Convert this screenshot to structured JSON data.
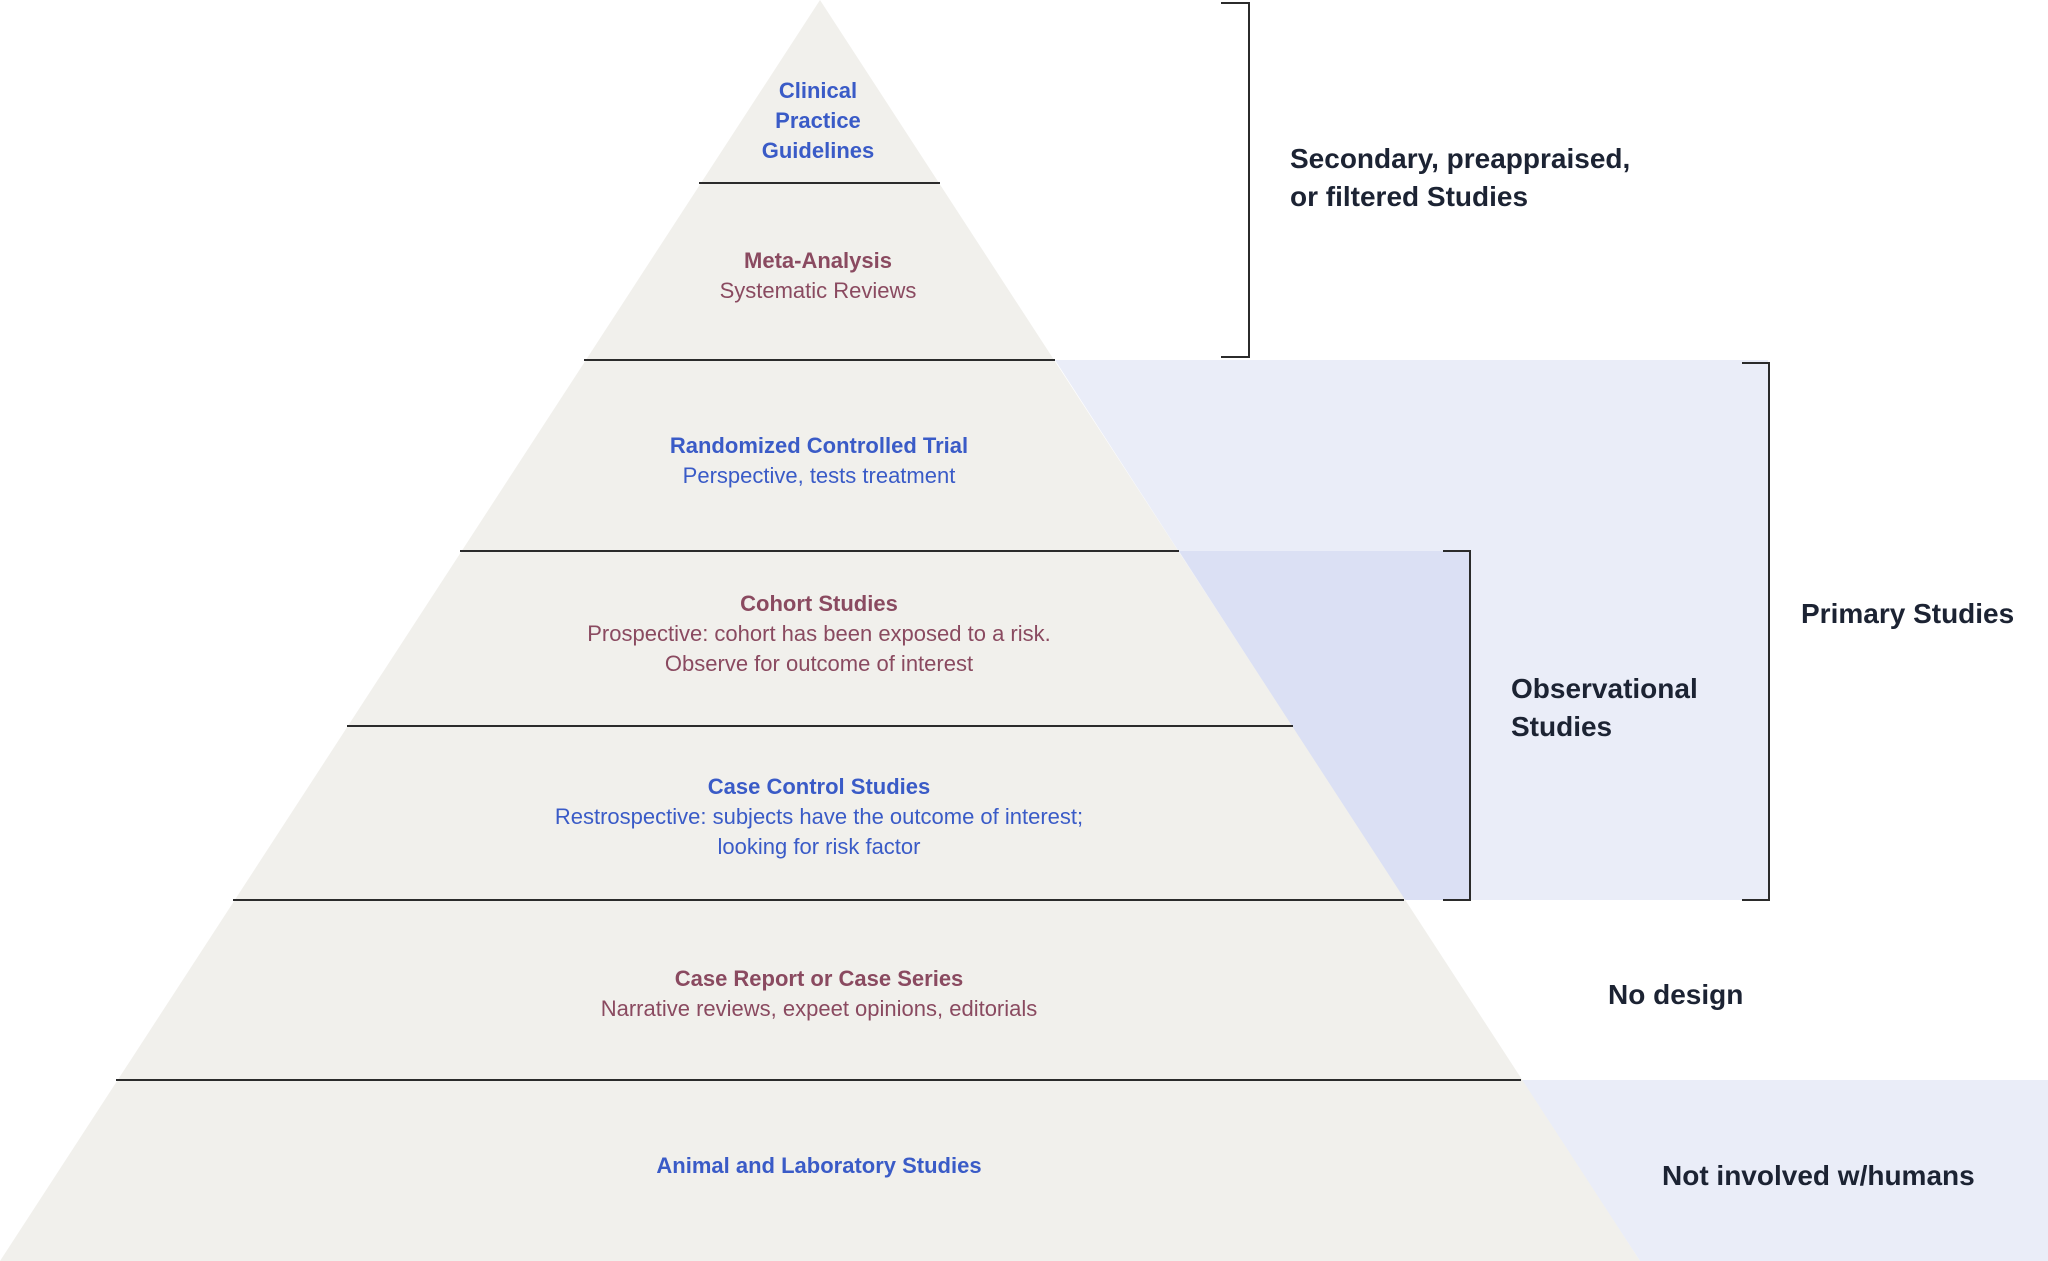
{
  "levels": [
    {
      "title": "Clinical\nPractice\nGuidelines",
      "subtitle": "",
      "color": "#3a5bc7"
    },
    {
      "title": "Meta-Analysis",
      "subtitle": "Systematic Reviews",
      "color": "#8a4a60"
    },
    {
      "title": "Randomized Controlled Trial",
      "subtitle": "Perspective, tests treatment",
      "color": "#3a5bc7"
    },
    {
      "title": "Cohort Studies",
      "subtitle": "Prospective: cohort has been exposed to a risk.\nObserve for outcome of interest",
      "color": "#8a4a60"
    },
    {
      "title": "Case Control Studies",
      "subtitle": "Restrospective: subjects have the outcome of interest;\nlooking for risk factor",
      "color": "#3a5bc7"
    },
    {
      "title": "Case Report or Case Series",
      "subtitle": "Narrative reviews, expeet opinions, editorials",
      "color": "#8a4a60"
    },
    {
      "title": "Animal and Laboratory Studies",
      "subtitle": "",
      "color": "#3a5bc7"
    }
  ],
  "groups": {
    "secondary": "Secondary, preappraised,\nor filtered Studies",
    "primary": "Primary Studies",
    "observational": "Observational\nStudies",
    "no_design": "No design",
    "non_human": "Not involved w/humans"
  },
  "colors": {
    "pyramid_fill": "#f1f0ec",
    "band_light": "#eaedf8",
    "band_dark": "#dbe0f4",
    "divider": "#2b2b2b",
    "bracket": "#2b2b2b"
  }
}
